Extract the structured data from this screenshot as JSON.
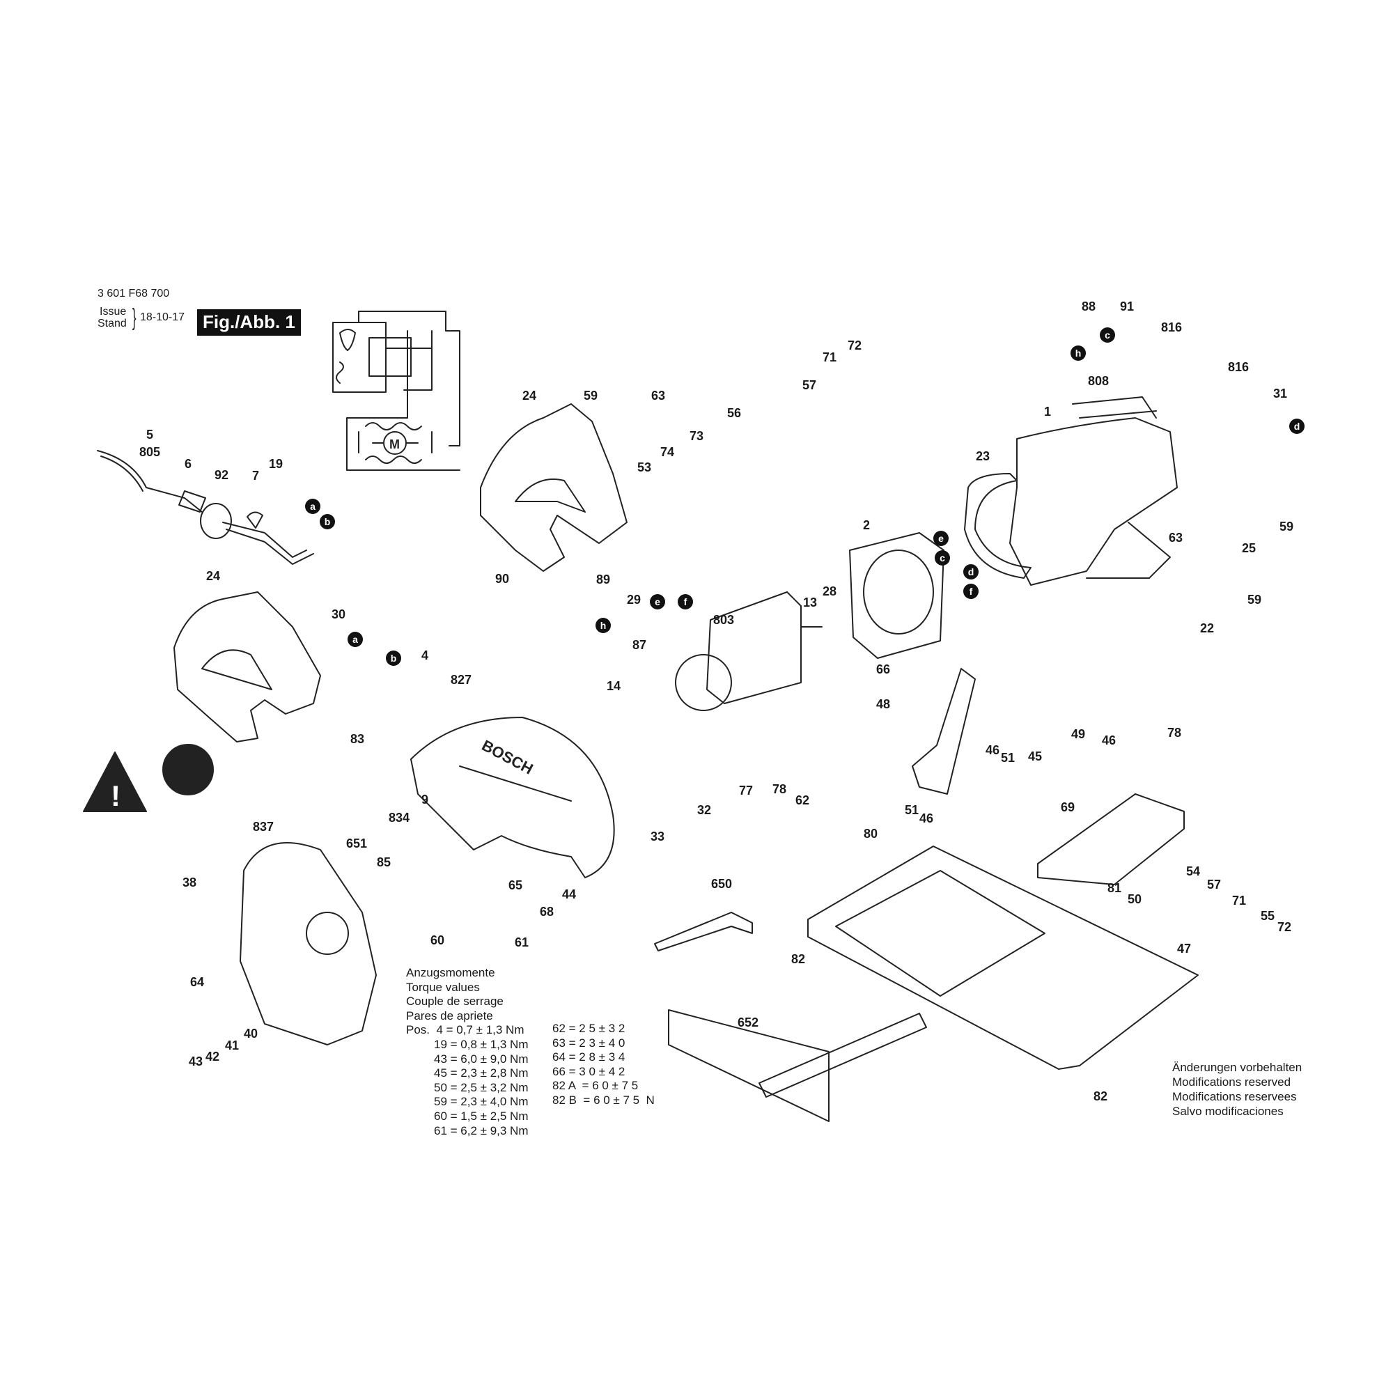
{
  "header": {
    "doc_number": "3 601 F68 700",
    "issue_label": "Issue",
    "stand_label": "Stand",
    "brace": "}",
    "date": "18-10-17",
    "figure_label": "Fig./Abb. 1"
  },
  "torque": {
    "titles": [
      "Anzugsmomente",
      "Torque values",
      "Couple de serrage",
      "Pares de apriete"
    ],
    "col1": [
      "Pos.  4 = 0,7 ± 1,3 Nm",
      "19 = 0,8 ± 1,3 Nm",
      "43 = 6,0 ± 9,0 Nm",
      "45 = 2,3 ± 2,8 Nm",
      "50 = 2,5 ± 3,2 Nm",
      "59 = 2,3 ± 4,0 Nm",
      "60 = 1,5 ± 2,5 Nm",
      "61 = 6,2 ± 9,3 Nm"
    ],
    "col2": [
      "62 = 2 5 ± 3 2",
      "63 = 2 3 ± 4 0",
      "64 = 2 8 ± 3 4",
      "66 = 3 0 ± 4 2",
      "82 A  = 6 0 ± 7 5",
      "82 B  = 6 0 ± 7 5  N"
    ]
  },
  "modifications": [
    "Änderungen vorbehalten",
    "Modifications reserved",
    "Modifications reservees",
    "Salvo modificaciones"
  ],
  "brand_text": "BOSCH",
  "motor_symbol": "M",
  "part_labels": [
    {
      "text": "88",
      "name": "part-88"
    },
    {
      "text": "91",
      "name": "part-91"
    },
    {
      "text": "816",
      "name": "part-816-a"
    },
    {
      "text": "816",
      "name": "part-816-b"
    },
    {
      "text": "808",
      "name": "part-808"
    },
    {
      "text": "31",
      "name": "part-31"
    },
    {
      "text": "1",
      "name": "part-1"
    },
    {
      "text": "23",
      "name": "part-23"
    },
    {
      "text": "63",
      "name": "part-63-right"
    },
    {
      "text": "25",
      "name": "part-25"
    },
    {
      "text": "59",
      "name": "part-59-right"
    },
    {
      "text": "24",
      "name": "part-24-top"
    },
    {
      "text": "59",
      "name": "part-59-top"
    },
    {
      "text": "63",
      "name": "part-63-top"
    },
    {
      "text": "57",
      "name": "part-57-top"
    },
    {
      "text": "71",
      "name": "part-71-top"
    },
    {
      "text": "72",
      "name": "part-72-top"
    },
    {
      "text": "56",
      "name": "part-56"
    },
    {
      "text": "73",
      "name": "part-73"
    },
    {
      "text": "74",
      "name": "part-74"
    },
    {
      "text": "53",
      "name": "part-53"
    },
    {
      "text": "5",
      "name": "part-5"
    },
    {
      "text": "805",
      "name": "part-805"
    },
    {
      "text": "6",
      "name": "part-6"
    },
    {
      "text": "92",
      "name": "part-92"
    },
    {
      "text": "7",
      "name": "part-7"
    },
    {
      "text": "19",
      "name": "part-19"
    },
    {
      "text": "2",
      "name": "part-2"
    },
    {
      "text": "24",
      "name": "part-24-left"
    },
    {
      "text": "30",
      "name": "part-30"
    },
    {
      "text": "90",
      "name": "part-90"
    },
    {
      "text": "89",
      "name": "part-89"
    },
    {
      "text": "29",
      "name": "part-29"
    },
    {
      "text": "87",
      "name": "part-87"
    },
    {
      "text": "4",
      "name": "part-4"
    },
    {
      "text": "83",
      "name": "part-83"
    },
    {
      "text": "13",
      "name": "part-13"
    },
    {
      "text": "28",
      "name": "part-28"
    },
    {
      "text": "803",
      "name": "part-803"
    },
    {
      "text": "66",
      "name": "part-66"
    },
    {
      "text": "59",
      "name": "part-59-guard"
    },
    {
      "text": "22",
      "name": "part-22"
    },
    {
      "text": "827",
      "name": "part-827"
    },
    {
      "text": "14",
      "name": "part-14"
    },
    {
      "text": "48",
      "name": "part-48"
    },
    {
      "text": "46",
      "name": "part-46-a"
    },
    {
      "text": "49",
      "name": "part-49"
    },
    {
      "text": "78",
      "name": "part-78-right"
    },
    {
      "text": "46",
      "name": "part-46-b"
    },
    {
      "text": "51",
      "name": "part-51-a"
    },
    {
      "text": "45",
      "name": "part-45"
    },
    {
      "text": "77",
      "name": "part-77"
    },
    {
      "text": "78",
      "name": "part-78-left"
    },
    {
      "text": "32",
      "name": "part-32"
    },
    {
      "text": "62",
      "name": "part-62"
    },
    {
      "text": "51",
      "name": "part-51-b"
    },
    {
      "text": "46",
      "name": "part-46-c"
    },
    {
      "text": "69",
      "name": "part-69"
    },
    {
      "text": "80",
      "name": "part-80"
    },
    {
      "text": "33",
      "name": "part-33"
    },
    {
      "text": "651",
      "name": "part-651"
    },
    {
      "text": "9",
      "name": "part-9"
    },
    {
      "text": "834",
      "name": "part-834"
    },
    {
      "text": "837",
      "name": "part-837"
    },
    {
      "text": "85",
      "name": "part-85"
    },
    {
      "text": "65",
      "name": "part-65"
    },
    {
      "text": "54",
      "name": "part-54"
    },
    {
      "text": "57",
      "name": "part-57-right"
    },
    {
      "text": "81",
      "name": "part-81"
    },
    {
      "text": "50",
      "name": "part-50"
    },
    {
      "text": "71",
      "name": "part-71-right"
    },
    {
      "text": "55",
      "name": "part-55"
    },
    {
      "text": "72",
      "name": "part-72-right"
    },
    {
      "text": "38",
      "name": "part-38"
    },
    {
      "text": "650",
      "name": "part-650"
    },
    {
      "text": "44",
      "name": "part-44"
    },
    {
      "text": "68",
      "name": "part-68"
    },
    {
      "text": "61",
      "name": "part-61"
    },
    {
      "text": "60",
      "name": "part-60"
    },
    {
      "text": "82",
      "name": "part-82-top"
    },
    {
      "text": "47",
      "name": "part-47"
    },
    {
      "text": "64",
      "name": "part-64"
    },
    {
      "text": "652",
      "name": "part-652"
    },
    {
      "text": "40",
      "name": "part-40"
    },
    {
      "text": "41",
      "name": "part-41"
    },
    {
      "text": "42",
      "name": "part-42"
    },
    {
      "text": "43",
      "name": "part-43"
    },
    {
      "text": "82",
      "name": "part-82-bottom"
    }
  ],
  "connection_markers": [
    {
      "text": "c",
      "name": "marker-c-brush"
    },
    {
      "text": "h",
      "name": "marker-h-brush"
    },
    {
      "text": "d",
      "name": "marker-d-brush"
    },
    {
      "text": "a",
      "name": "marker-a-cord"
    },
    {
      "text": "b",
      "name": "marker-b-cord"
    },
    {
      "text": "e",
      "name": "marker-e-stator"
    },
    {
      "text": "c",
      "name": "marker-c-stator"
    },
    {
      "text": "d",
      "name": "marker-d-stator"
    },
    {
      "text": "f",
      "name": "marker-f-stator"
    },
    {
      "text": "e",
      "name": "marker-e-terminal"
    },
    {
      "text": "f",
      "name": "marker-f-terminal"
    },
    {
      "text": "h",
      "name": "marker-h-terminal"
    },
    {
      "text": "a",
      "name": "marker-a-switch"
    },
    {
      "text": "b",
      "name": "marker-b-switch"
    }
  ]
}
